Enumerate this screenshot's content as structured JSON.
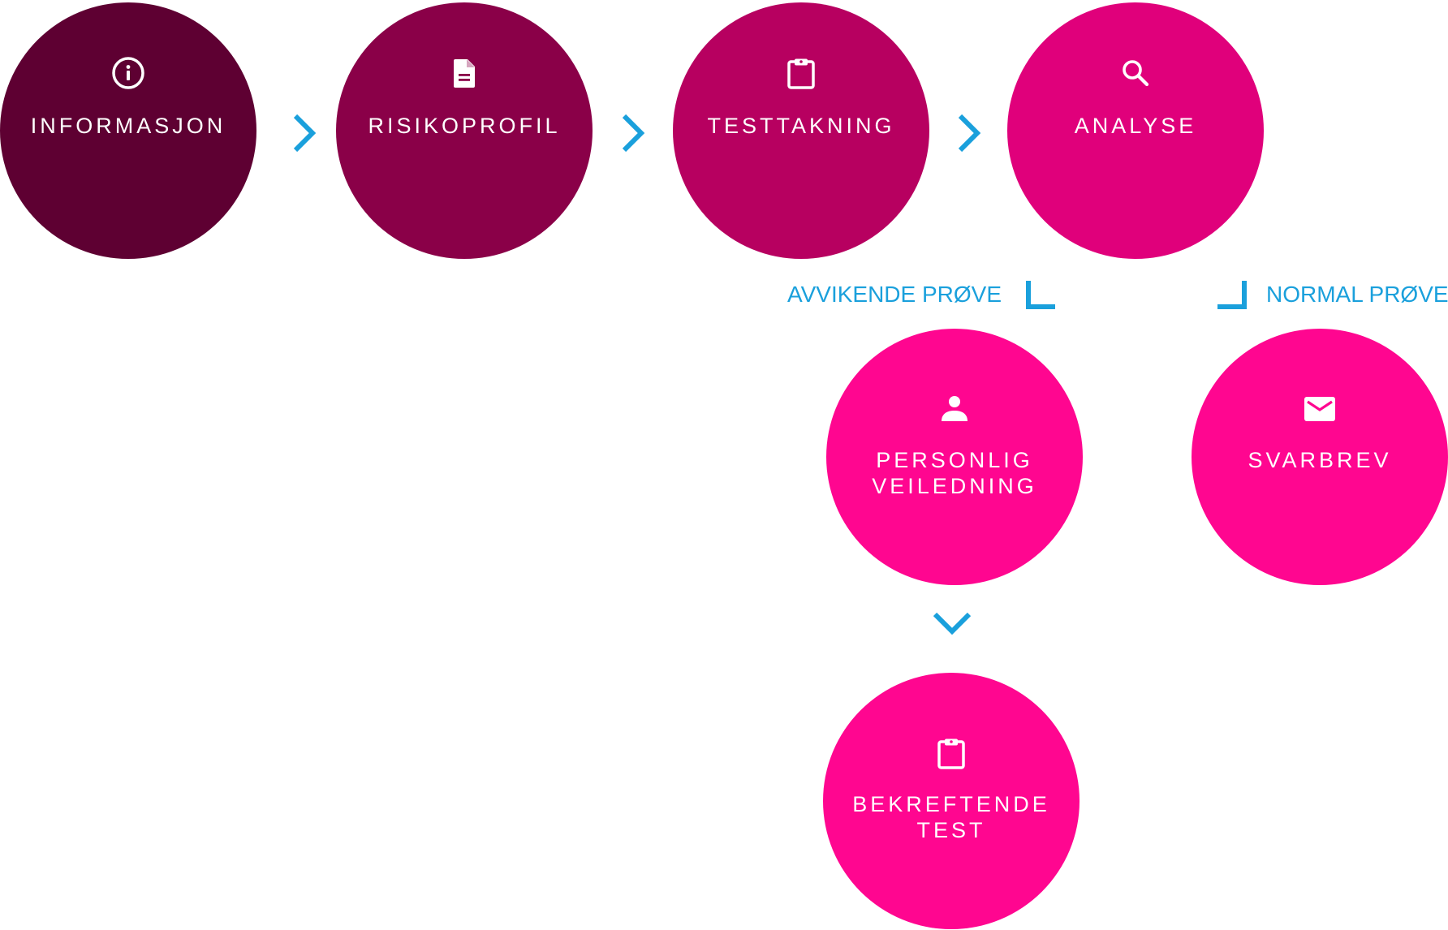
{
  "colors": {
    "step_informasjon": "#5e0032",
    "step_risikoprofil": "#8a0048",
    "step_testtakning": "#b70060",
    "step_analyse": "#e0007b",
    "step_branch": "#ff0690",
    "accent": "#1aa0dc"
  },
  "steps": {
    "informasjon": {
      "label": "INFORMASJON",
      "icon": "info-icon"
    },
    "risikoprofil": {
      "label": "RISIKOPROFIL",
      "icon": "document-icon"
    },
    "testtakning": {
      "label": "TESTTAKNING",
      "icon": "clipboard-icon"
    },
    "analyse": {
      "label": "ANALYSE",
      "icon": "search-icon"
    },
    "personlig_veiledning": {
      "label_line1": "PERSONLIG",
      "label_line2": "VEILEDNING",
      "icon": "person-icon"
    },
    "svarbrev": {
      "label": "SVARBREV",
      "icon": "mail-icon"
    },
    "bekreftende_test": {
      "label_line1": "BEKREFTENDE",
      "label_line2": "TEST",
      "icon": "clipboard-icon"
    }
  },
  "branches": {
    "abnormal": "AVVIKENDE PRØVE",
    "normal": "NORMAL PRØVE"
  }
}
